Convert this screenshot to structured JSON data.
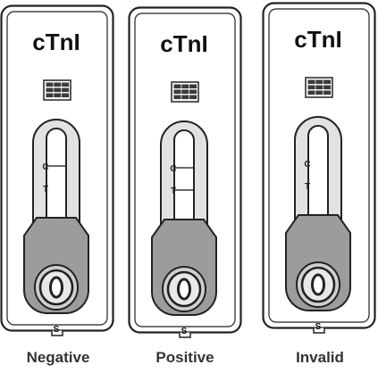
{
  "colors": {
    "outline": "#222222",
    "cassette_fill": "#ffffff",
    "strip_fill": "#e2e2e2",
    "window_fill": "#ffffff",
    "handle_fill": "#9c9c9c",
    "pad_fill": "#cfcfcf",
    "line_color": "#555555"
  },
  "icons": [
    "grid-icon",
    "sample-well-icon"
  ],
  "cassettes": [
    {
      "id": "negative",
      "title": "cTnI",
      "control_label": "C",
      "test_label": "T",
      "sample_label": "S",
      "caption": "Negative",
      "control_line": true,
      "test_line": false
    },
    {
      "id": "positive",
      "title": "cTnI",
      "control_label": "C",
      "test_label": "T",
      "sample_label": "S",
      "caption": "Positive",
      "control_line": true,
      "test_line": true
    },
    {
      "id": "invalid",
      "title": "cTnI",
      "control_label": "C",
      "test_label": "T",
      "sample_label": "S",
      "caption": "Invalid",
      "control_line": false,
      "test_line": false
    }
  ]
}
